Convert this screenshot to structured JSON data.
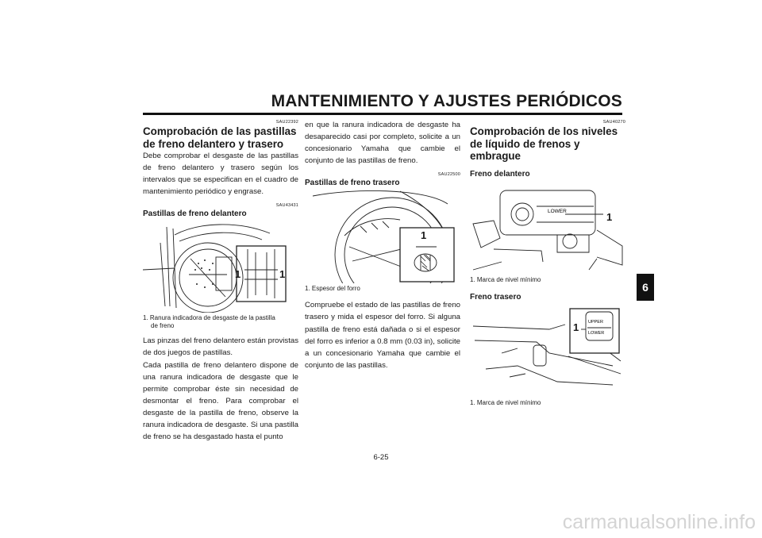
{
  "header": {
    "title": "MANTENIMIENTO Y AJUSTES PERIÓDICOS",
    "chapter_tab": "6"
  },
  "col1": {
    "code1": "SAU22392",
    "title": "Comprobación de las pastillas de freno delantero y trasero",
    "intro": "Debe comprobar el desgaste de las pastillas de freno delantero y trasero según los intervalos que se especifican en el cuadro de mantenimiento periódico y engrase.",
    "code2": "SAU43431",
    "sub_title": "Pastillas de freno delantero",
    "figure_labels": [
      "1",
      "1"
    ],
    "caption_line1": "1. Ranura indicadora de desgaste de la pastilla",
    "caption_line2": "de freno",
    "para1": "Las pinzas del freno delantero están provistas de dos juegos de pastillas.",
    "para2": "Cada pastilla de freno delantero dispone de una ranura indicadora de desgaste que le permite comprobar éste sin necesidad de desmontar el freno. Para comprobar el desgaste de la pastilla de freno, observe la ranura indicadora de desgaste. Si una pastilla de freno se ha desgastado hasta el punto"
  },
  "col2": {
    "para_cont": "en que la ranura indicadora de desgaste ha desaparecido casi por completo, solicite a un concesionario Yamaha que cambie el conjunto de las pastillas de freno.",
    "code": "SAU22500",
    "sub_title": "Pastillas de freno trasero",
    "figure_label": "1",
    "caption": "1. Espesor del forro",
    "para": "Compruebe el estado de las pastillas de freno trasero y mida el espesor del forro. Si alguna pastilla de freno está dañada o si el espesor del forro es inferior a 0.8 mm (0.03 in), solicite a un concesionario Yamaha que cambie el conjunto de las pastillas."
  },
  "col3": {
    "code": "SAU40270",
    "title": "Comprobación de los niveles de líquido de frenos y embrague",
    "sub1": "Freno delantero",
    "fig1_label": "1",
    "fig1_lower": "LOWER",
    "caption1": "1. Marca de nivel mínimo",
    "sub2": "Freno trasero",
    "fig2_label": "1",
    "fig2_upper": "UPPER",
    "fig2_lower": "LOWER",
    "caption2": "1. Marca de nivel mínimo"
  },
  "footer": {
    "page_number": "6-25",
    "watermark": "carmanualsonline.info"
  }
}
